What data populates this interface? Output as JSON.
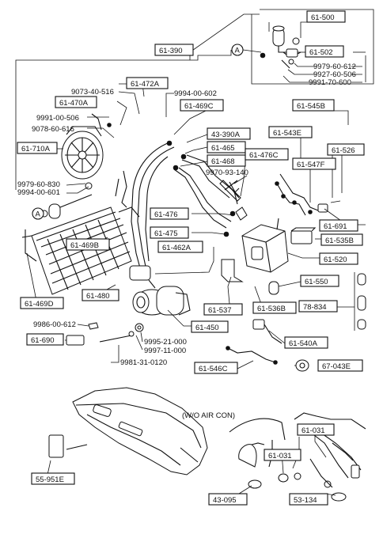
{
  "labels": {
    "l61_500": "61-500",
    "l61_502": "61-502",
    "n9979_60_612": "9979-60-612",
    "n9927_60_506": "9927-60-506",
    "n9991_70_600": "9991-70-600",
    "callout_a": "A",
    "l61_390": "61-390",
    "l61_472a": "61-472A",
    "n9073_40_516": "9073-40-516",
    "n9994_00_602": "9994-00-602",
    "l61_470a": "61-470A",
    "l61_469c": "61-469C",
    "n9991_00_506": "9991-00-506",
    "n9078_60_616": "9078-60-616",
    "l61_710a": "61-710A",
    "l43_390a": "43-390A",
    "l61_465": "61-465",
    "l61_468": "61-468",
    "l61_476c": "61-476C",
    "n9970_93_140": "9970-93-140",
    "l61_545b": "61-545B",
    "l61_543e": "61-543E",
    "l61_526": "61-526",
    "l61_547f": "61-547F",
    "n9979_60_830": "9979-60-830",
    "n9994_00_601": "9994-00-601",
    "l61_476": "61-476",
    "l61_475": "61-475",
    "l61_462a": "61-462A",
    "l61_469b": "61-469B",
    "l61_691": "61-691",
    "l61_535b": "61-535B",
    "l61_520": "61-520",
    "l61_550": "61-550",
    "l78_834": "78-834",
    "l61_469d": "61-469D",
    "l61_480": "61-480",
    "l61_537": "61-537",
    "l61_536b": "61-536B",
    "n9986_00_612": "9986-00-612",
    "l61_450": "61-450",
    "l61_540a": "61-540A",
    "l61_690": "61-690",
    "n9995_21_000": "9995-21-000",
    "n9997_11_000": "9997-11-000",
    "n9981_31_0120": "9981-31-0120",
    "l61_546c": "61-546C",
    "l67_043e": "67-043E",
    "wo_air_con": "(W/O AIR CON)",
    "l55_951e": "55-951E",
    "l61_031a": "61-031",
    "l61_031b": "61-031",
    "l43_095": "43-095",
    "l53_134": "53-134"
  }
}
